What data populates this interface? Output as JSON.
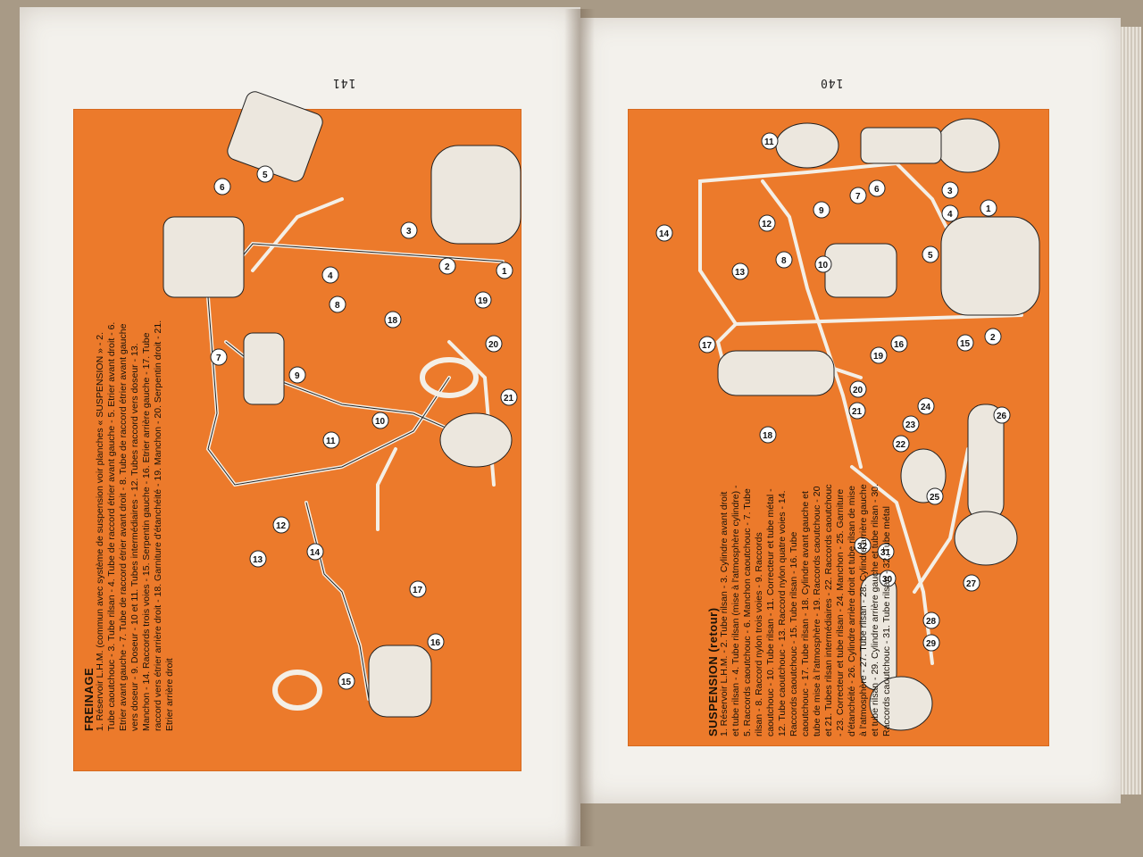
{
  "page_numbers": {
    "left": "141",
    "right": "140"
  },
  "freinage": {
    "title": "FREINAGE",
    "caption": "1. Réservoir L.H.M. (commun avec système de suspension voir planches « SUSPENSION » - 2. Tube caoutchouc - 3. Tube rilsan - 4. Tube de raccord étrier avant gauche - 5. Etrier avant droit - 6. Etrier avant gauche - 7. Tube de raccord étrier avant droit - 8. Tube de raccord étrier avant gauche vers doseur - 9. Doseur - 10 et 11. Tubes intermédiaires - 12. Tubes raccord vers doseur - 13. Manchon - 14. Raccords trois voies - 15. Serpentin gauche - 16. Etrier arrière gauche - 17. Tube raccord vers étrier arrière droit - 18. Garniture d'étanchéité - 19. Manchon - 20. Serpentin droit - 21. Etrier arrière droit",
    "callouts": [
      "1",
      "2",
      "3",
      "4",
      "5",
      "6",
      "7",
      "8",
      "9",
      "10",
      "11",
      "12",
      "13",
      "14",
      "15",
      "16",
      "17",
      "18",
      "19",
      "20",
      "21"
    ]
  },
  "suspension": {
    "title": "SUSPENSION (retour)",
    "caption": "1. Réservoir L.H.M. - 2. Tube rilsan - 3. Cylindre avant droit et tube rilsan - 4. Tube rilsan (mise à l'atmosphère cylindre) - 5. Raccords caoutchouc - 6. Manchon caoutchouc - 7. Tube rilsan - 8. Raccord nylon trois voies - 9. Raccords caoutchouc - 10. Tube rilsan - 11. Correcteur et tube métal - 12. Tube caoutchouc - 13. Raccord nylon quatre voies - 14. Raccords caoutchouc - 15. Tube rilsan - 16. Tube caoutchouc - 17. Tube rilsan - 18. Cylindre avant gauche et tube de mise à l'atmosphère - 19. Raccords caoutchouc - 20 et 21. Tubes rilsan intermédiaires - 22. Raccords caoutchouc - 23. Correcteur et tube rilsan - 24. Manchon - 25. Garniture d'étanchéité - 26. Cylindre arrière droit et tube rilsan de mise à l'atmosphère - 27. Tube rilsan - 28. Cylindre arrière gauche et tube rilsan - 29. Cylindre arrière gauche et tube rilsan - 30. Raccords caoutchouc - 31. Tube rilsan - 32. Tube métal",
    "callouts": [
      "1",
      "2",
      "3",
      "4",
      "5",
      "6",
      "7",
      "8",
      "9",
      "10",
      "11",
      "12",
      "13",
      "14",
      "15",
      "16",
      "17",
      "18",
      "19",
      "20",
      "21",
      "22",
      "23",
      "24",
      "25",
      "26",
      "27",
      "28",
      "29",
      "30",
      "31",
      "32"
    ]
  },
  "colors": {
    "panel": "#ec7a2b",
    "page": "#f3f1ec",
    "background": "#a89a86"
  }
}
